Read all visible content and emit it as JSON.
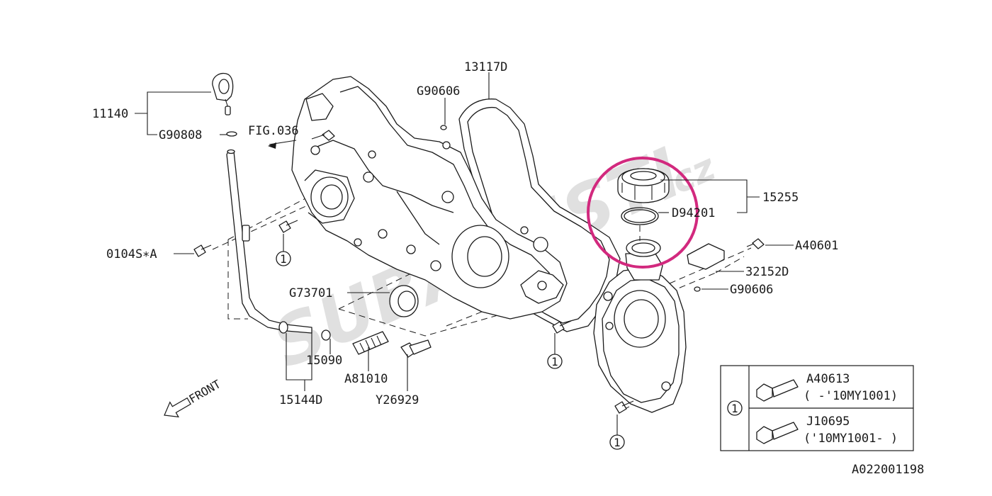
{
  "watermark": {
    "brand": "SUBARUSTI",
    "tld": ".cz",
    "color": "#d6d6d6"
  },
  "highlight_color": "#d2297e",
  "callouts": {
    "p13117d": "13117D",
    "g90606_top": "G90606",
    "p11140": "11140",
    "g90808": "G90808",
    "fig036": "FIG.036",
    "p15255": "15255",
    "d94201": "D94201",
    "a40601": "A40601",
    "p32152d": "32152D",
    "g90606_right": "G90606",
    "p0104s": "0104S∗A",
    "g73701": "G73701",
    "p15090": "15090",
    "a81010": "A81010",
    "y26929": "Y26929",
    "p15144d": "15144D",
    "front": "FRONT"
  },
  "ref_marker": "1",
  "legend": {
    "marker": "1",
    "rows": [
      {
        "part": "A40613",
        "range": "( -'10MY1001)"
      },
      {
        "part": "J10695",
        "range": "('10MY1001- )"
      }
    ]
  },
  "diagram_code": "A022001198"
}
